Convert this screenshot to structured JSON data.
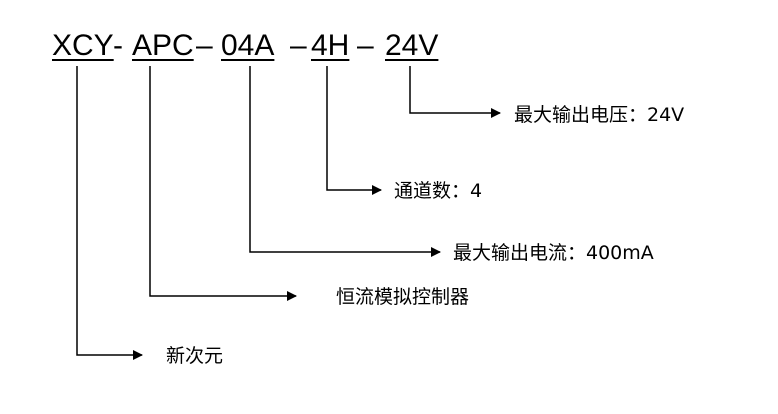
{
  "code": {
    "segments": [
      "XCY",
      "APC",
      "04A",
      "4H",
      "24V"
    ],
    "separators": [
      "-",
      "–",
      "–",
      "–"
    ]
  },
  "labels": {
    "brand": "新次元",
    "type": "恒流模拟控制器",
    "current": "最大输出电流：400mA",
    "channels": "通道数：4",
    "voltage": "最大输出电压：24V"
  }
}
